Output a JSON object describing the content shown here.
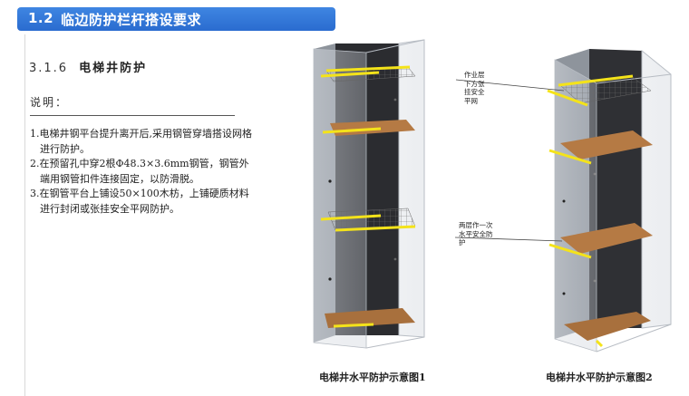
{
  "header": {
    "number": "1.2",
    "title": "临边防护栏杆搭设要求"
  },
  "section": {
    "number": "3.1.6",
    "title": "电梯井防护"
  },
  "notes": {
    "label": "说明：",
    "items": [
      "1.电梯井钢平台提升离开后,采用钢管穿墙搭设网格进行防护。",
      "2.在预留孔中穿2根Φ48.3×3.6mm钢管，钢管外端用钢管扣件连接固定，以防滑脱。",
      "3.在钢管平台上铺设50×100木枋，上铺硬质材料进行封闭或张挂安全平网防护。"
    ]
  },
  "figure1": {
    "caption": "电梯井水平防护示意图1"
  },
  "figure2": {
    "caption": "电梯井水平防护示意图2",
    "callout_top": [
      "作业层",
      "下方张",
      "挂安全",
      "平网"
    ],
    "callout_mid": [
      "两层作一次",
      "水平安全防",
      "护"
    ]
  },
  "colors": {
    "header_bg": "#2f74d6",
    "wall": "#9ea4ad",
    "shaft": "#2e2f33",
    "wood": "#b57a44",
    "rail": "#f4e31a",
    "net": "#d7c9a8"
  }
}
